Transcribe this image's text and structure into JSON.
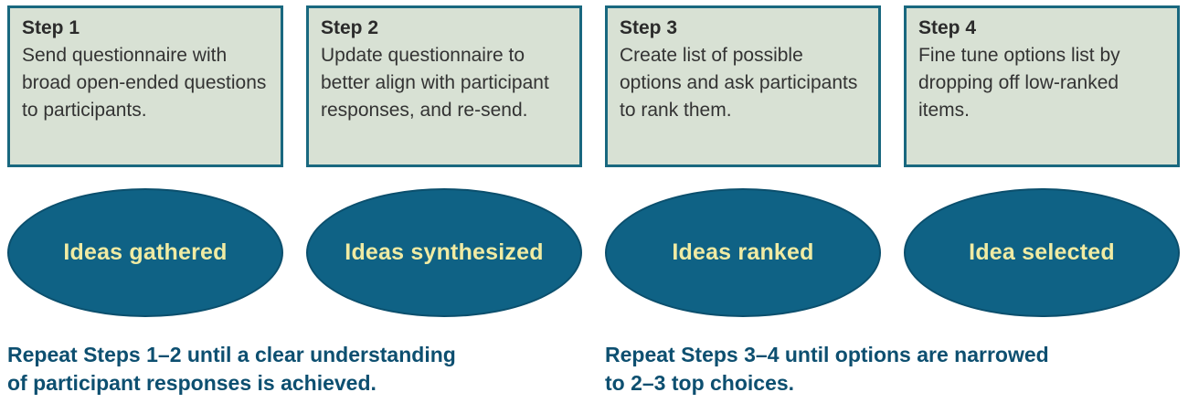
{
  "steps": [
    {
      "title": "Step 1",
      "description": "Send questionnaire with broad open-ended questions to participants.",
      "result": "Ideas gathered"
    },
    {
      "title": "Step 2",
      "description": "Update questionnaire to better align with participant responses, and re-send.",
      "result": "Ideas synthesized"
    },
    {
      "title": "Step 3",
      "description": "Create list of possible options and ask participants to rank them.",
      "result": "Ideas ranked"
    },
    {
      "title": "Step 4",
      "description": "Fine tune options list by dropping off low-ranked items.",
      "result": "Idea selected"
    }
  ],
  "captions": [
    {
      "line1": "Repeat Steps 1–2 until a clear understanding",
      "line2": "of participant responses is achieved."
    },
    {
      "line1": "Repeat Steps 3–4 until options are narrowed",
      "line2": "to 2–3 top choices."
    }
  ],
  "colors": {
    "box_fill": "#d8e1d4",
    "box_border": "#19687f",
    "step_text": "#333333",
    "ellipse_fill": "#0f6285",
    "ellipse_border": "#0b4f6d",
    "ellipse_text": "#f0eba3",
    "caption_text": "#0d4f70"
  }
}
